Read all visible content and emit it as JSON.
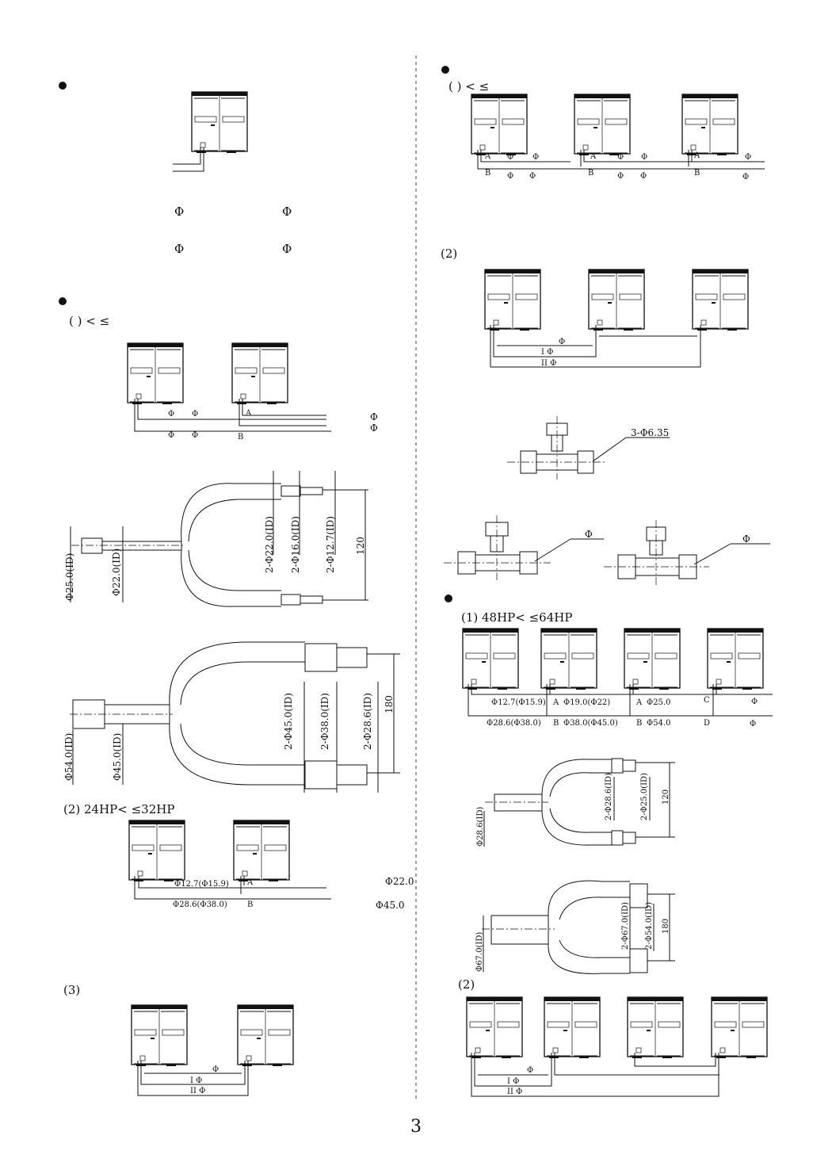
{
  "page_number": "3",
  "colors": {
    "ink": "#111111",
    "paper": "#ffffff"
  },
  "left": {
    "single": {
      "phi_a": "Φ",
      "phi_b": "Φ",
      "phi_c": "Φ",
      "phi_d": "Φ"
    },
    "two_unit": {
      "heading": "(  )       <        ≤",
      "pipe1_phi1": "Φ",
      "pipe1_phi2": "Φ",
      "pipe2_phi1": "Φ",
      "pipe2_phi2": "Φ",
      "label_a": "A",
      "label_b": "B",
      "right_phi1": "Φ",
      "right_phi2": "Φ"
    },
    "ybranch_small": {
      "inlet_outer": "Φ25.0(ID)",
      "inlet_inner": "Φ22.0(ID)",
      "out1": "2-Φ22.0(ID)",
      "out2": "2-Φ16.0(ID)",
      "out3": "2-Φ12.7(ID)",
      "height": "120"
    },
    "ybranch_large": {
      "inlet_outer": "Φ54.0(ID)",
      "inlet_inner": "Φ45.0(ID)",
      "out1": "2-Φ45.0(ID)",
      "out2": "2-Φ38.0(ID)",
      "out3": "2-Φ28.6(ID)",
      "height": "180"
    },
    "section2": {
      "heading": "(2) 24HP<          ≤32HP",
      "pipe1": "Φ12.7(Φ15.9)",
      "pipe2": "Φ28.6(Φ38.0)",
      "label_a": "A",
      "label_b": "B",
      "right1": "Φ22.0",
      "right2": "Φ45.0"
    },
    "section3": {
      "heading": "(3)",
      "pipe1": "Φ",
      "pipe_i": "I Φ",
      "pipe_ii": "II Φ"
    }
  },
  "right": {
    "three_unit": {
      "heading": "(  )       <        ≤",
      "a1": "A",
      "a2": "A",
      "a3": "A",
      "b1": "B",
      "b2": "B",
      "b3": "B",
      "phi": "Φ"
    },
    "section2": {
      "heading": "(2)",
      "pipe1": "Φ",
      "pipe_i": "I Φ",
      "pipe_ii": "II Φ"
    },
    "tee": {
      "label": "3-Φ6.35",
      "phi_left": "Φ",
      "phi_right": "Φ"
    },
    "four_unit": {
      "heading": "(1) 48HP<          ≤64HP",
      "p1": "Φ12.7(Φ15.9)",
      "a1": "A",
      "p2": "Φ19.0(Φ22)",
      "a2": "A",
      "p3": "Φ25.0",
      "c": "C",
      "phi1": "Φ",
      "q1": "Φ28.6(Φ38.0)",
      "b1": "B",
      "q2": "Φ38.0(Φ45.0)",
      "b2": "B",
      "q3": "Φ54.0",
      "d": "D",
      "phi2": "Φ"
    },
    "ybranch_small": {
      "inlet": "Φ28.6(ID)",
      "out1": "2-Φ28.6(ID)",
      "out2": "2-Φ25.0(ID)",
      "height": "120"
    },
    "ybranch_large": {
      "inlet": "Φ67.0(ID)",
      "out1": "2-Φ67.0(ID)",
      "out2": "2-Φ54.0(ID)",
      "height": "180"
    },
    "section2b": {
      "heading": "(2)",
      "pipe1": "Φ",
      "pipe_i": "I Φ",
      "pipe_ii": "II Φ"
    }
  }
}
